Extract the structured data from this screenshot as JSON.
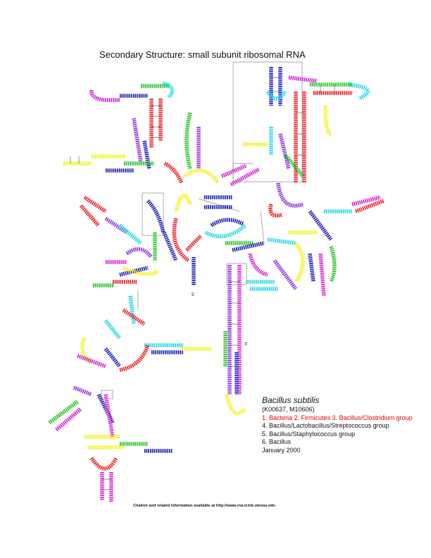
{
  "title": "Secondary Structure: small subunit ribosomal RNA",
  "species": "Bacillus subtilis",
  "accession": "(K00637, M10606)",
  "taxonomy": [
    "1. Bacteria 2. Firmicutes 3. Bacillus/Clostridium group",
    "4. Bacillus/Lactobacillus/Streptococcus group",
    "5. Bacillus/Staphylococcus group",
    "6. Bacillus"
  ],
  "date": "January 2000",
  "citation": "Citation and related information available at http://www.rna.icmb.utexas.edu",
  "markers": {
    "five_prime": "5'",
    "three_prime": "3'"
  },
  "colors": {
    "red": "#e8141b",
    "blue": "#1414b4",
    "green": "#19c219",
    "cyan": "#18d6e6",
    "magenta": "#d21ad2",
    "yellow": "#f2f20c",
    "purple": "#8a2be2",
    "taxonomy_highlight": "#e00000"
  }
}
